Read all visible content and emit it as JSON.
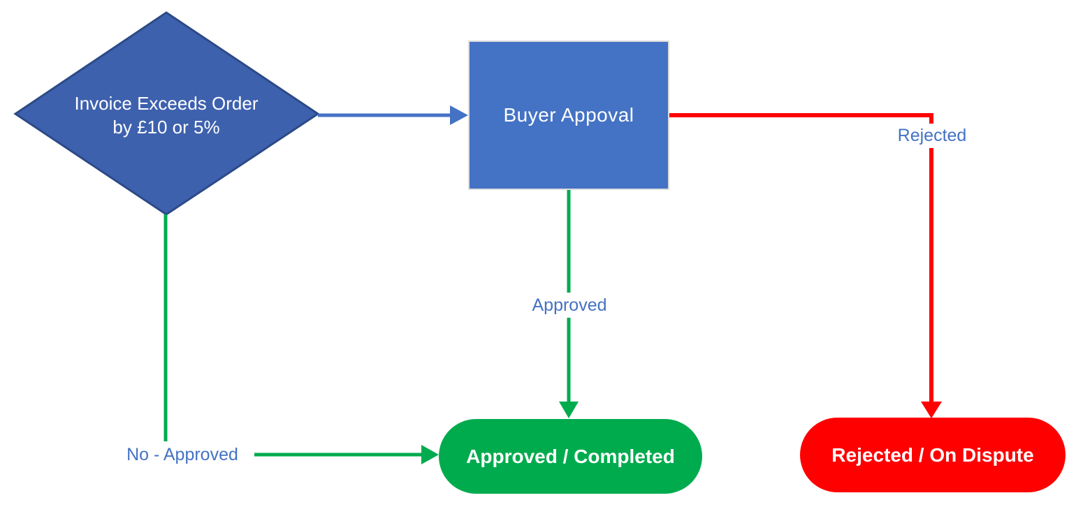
{
  "diagram": {
    "type": "flowchart",
    "nodes": {
      "decision": {
        "shape": "diamond",
        "label_line1": "Invoice Exceeds Order",
        "label_line2": "by £10 or 5%"
      },
      "process": {
        "shape": "rectangle",
        "label": "Buyer Appoval"
      },
      "terminal_approved": {
        "shape": "stadium",
        "label": "Approved / Completed"
      },
      "terminal_rejected": {
        "shape": "stadium",
        "label": "Rejected / On Dispute"
      }
    },
    "edges": {
      "decision_to_process": {
        "label": "",
        "color": "#4472C4"
      },
      "process_to_rejected": {
        "label": "Rejected",
        "color": "#FF0000"
      },
      "process_to_approved": {
        "label": "Approved",
        "color": "#00AB4E"
      },
      "decision_to_approved": {
        "label": "No - Approved",
        "color": "#00AB4E"
      }
    },
    "colors": {
      "diamond_fill": "#3E61AE",
      "diamond_border": "#2C4A87",
      "process_fill": "#4472C4",
      "process_border": "#DCDCDC",
      "blue_connector": "#4472C4",
      "green": "#00AB4E",
      "red": "#FF0000",
      "label_text": "#4472C4",
      "node_text": "#FFFFFF"
    }
  }
}
